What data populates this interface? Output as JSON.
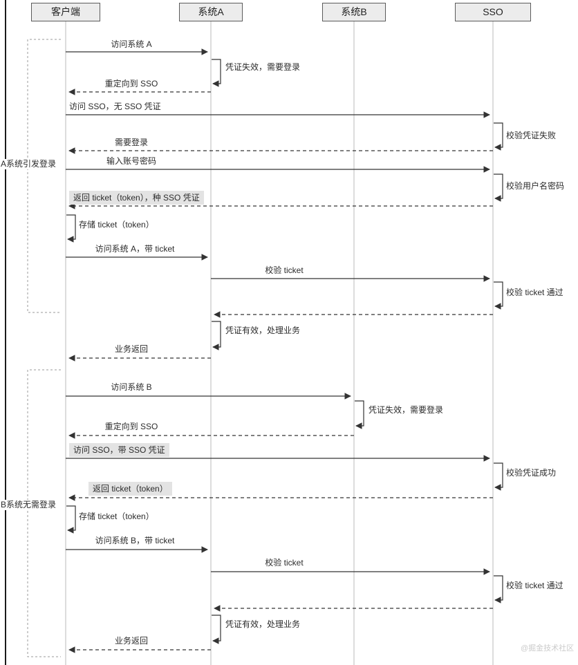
{
  "actors": [
    "客户端",
    "系统A",
    "系统B",
    "SSO"
  ],
  "groups": [
    "A系统引发登录",
    "B系统无需登录"
  ],
  "messages": [
    "访问系统 A",
    "凭证失效，需要登录",
    "重定向到 SSO",
    "访问 SSO，无 SSO 凭证",
    "校验凭证失败",
    "需要登录",
    "输入账号密码",
    "校验用户名密码",
    "返回 ticket（token），种 SSO 凭证",
    "存储 ticket（token）",
    "访问系统 A，带 ticket",
    "校验 ticket",
    "校验 ticket 通过",
    "凭证有效，处理业务",
    "业务返回",
    "访问系统 B",
    "凭证失效，需要登录",
    "重定向到 SSO",
    "访问 SSO，带 SSO 凭证",
    "校验凭证成功",
    "返回 ticket（token）",
    "存储 ticket（token）",
    "访问系统 B，带 ticket",
    "校验 ticket",
    "校验 ticket 通过",
    "凭证有效，处理业务",
    "业务返回"
  ],
  "watermark": "@掘金技术社区",
  "colors": {
    "arrow_line": "#333333",
    "lifeline": "#b8b8b8",
    "actor_bg": "#ececec",
    "highlight_bg": "#e3e3e3",
    "watermark": "#cbcbcb"
  }
}
